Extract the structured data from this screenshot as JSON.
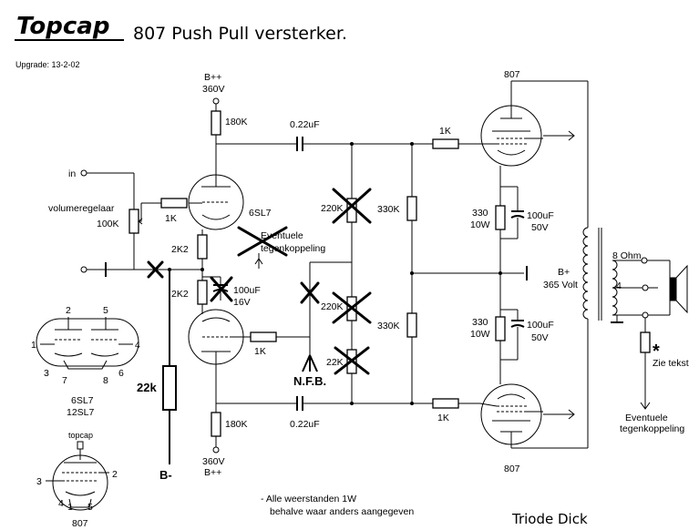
{
  "title": {
    "logo": "Topcap",
    "subtitle": "807 Push Pull versterker.",
    "upgrade": "Upgrade: 13-2-02"
  },
  "supply": {
    "bpp_top": "B++",
    "v_top": "360V",
    "bpp_bottom": "B++",
    "v_bottom": "360V",
    "bminus": "B-",
    "bplus": "B+",
    "bplus_volt": "365 Volt"
  },
  "input": {
    "in_label": "in",
    "pot_label": "volumeregelaar",
    "pot_value": "100K"
  },
  "components": {
    "r_anode_top": "180K",
    "r_anode_bottom": "180K",
    "c_couple_top": "0.22uF",
    "c_couple_bottom": "0.22uF",
    "r_grid_top": "1K",
    "r_grid_bottom": "1K",
    "r_cathode_a": "2K2",
    "r_cathode_b": "2K2",
    "cap_cathode": "100uF",
    "cap_cathode_v": "16V",
    "r_stopper_top": "1K",
    "r_stopper_bottom": "1K",
    "r_220k_top": "220K",
    "r_220k_mid": "220K",
    "r_22k": "22K",
    "r_330k_top": "330K",
    "r_330k_bottom": "330K",
    "r_330_top": "330",
    "r_330_top_w": "10W",
    "r_330_bottom": "330",
    "r_330_bottom_w": "10W",
    "c_100_top": "100uF",
    "c_100_top_v": "50V",
    "c_100_bottom": "100uF",
    "c_100_bottom_v": "50V",
    "r_22k_big": "22k",
    "tube_name": "6SL7"
  },
  "notes": {
    "eventuele_1": "Eventuele",
    "eventuele_2": "tegenkoppeling",
    "nfb": "N.F.B.",
    "ohm8": "8 Ohm",
    "tap4": "4",
    "star": "*",
    "zie_tekst": "Zie tekst",
    "eventuele_right_1": "Eventuele",
    "eventuele_right_2": "tegenkoppeling"
  },
  "tubes": {
    "top": "807",
    "bottom": "807"
  },
  "pinouts": {
    "dual_triode": {
      "pins": [
        "1",
        "2",
        "3",
        "4",
        "5",
        "6",
        "7",
        "8"
      ],
      "name1": "6SL7",
      "name2": "12SL7"
    },
    "pentode": {
      "topcap": "topcap",
      "pins": [
        "1",
        "2",
        "3",
        "4",
        "5"
      ],
      "name": "807"
    }
  },
  "footer": {
    "note1": "- Alle weerstanden 1W",
    "note2": "behalve waar anders aangegeven",
    "signature": "Triode Dick"
  }
}
